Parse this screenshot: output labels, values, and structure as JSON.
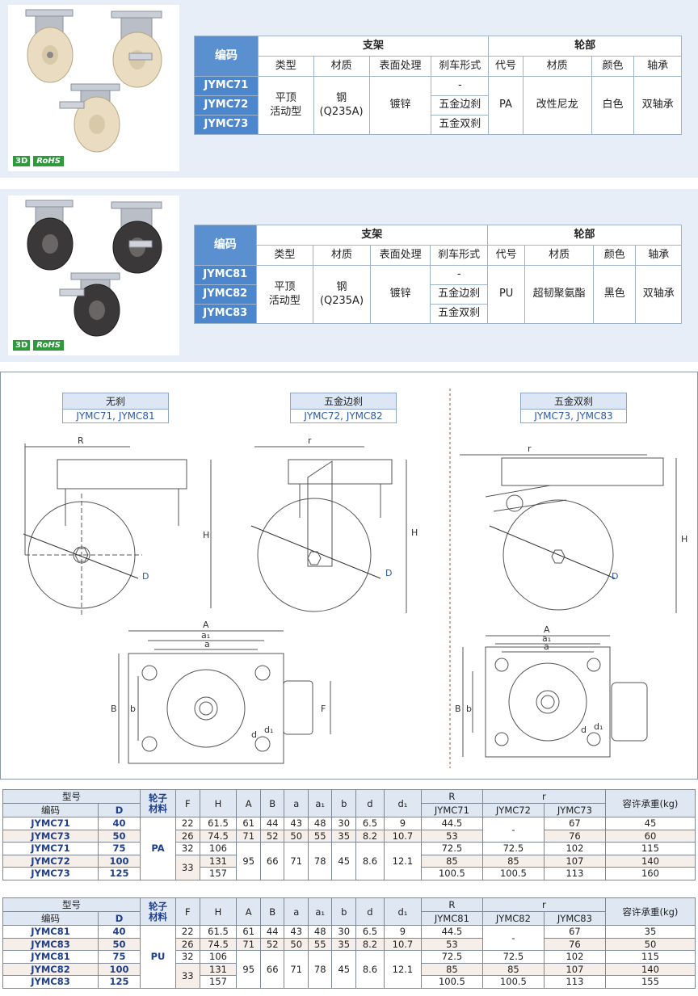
{
  "product1": {
    "badges": {
      "3d": "3D",
      "rohs": "RoHS"
    },
    "headers": {
      "code": "编码",
      "bracket": "支架",
      "wheel": "轮部"
    },
    "subheaders": [
      "类型",
      "材质",
      "表面处理",
      "刹车形式",
      "代号",
      "材质",
      "颜色",
      "轴承"
    ],
    "codes": [
      "JYMC71",
      "JYMC72",
      "JYMC73"
    ],
    "type": "平顶\n活动型",
    "material": "钢\n(Q235A)",
    "surface": "镀锌",
    "brakes": [
      "-",
      "五金边刹",
      "五金双刹"
    ],
    "wheel_code": "PA",
    "wheel_material": "改性尼龙",
    "color": "白色",
    "bearing": "双轴承"
  },
  "product2": {
    "badges": {
      "3d": "3D",
      "rohs": "RoHS"
    },
    "headers": {
      "code": "编码",
      "bracket": "支架",
      "wheel": "轮部"
    },
    "subheaders": [
      "类型",
      "材质",
      "表面处理",
      "刹车形式",
      "代号",
      "材质",
      "颜色",
      "轴承"
    ],
    "codes": [
      "JYMC81",
      "JYMC82",
      "JYMC83"
    ],
    "type": "平顶\n活动型",
    "material": "钢\n(Q235A)",
    "surface": "镀锌",
    "brakes": [
      "-",
      "五金边刹",
      "五金双刹"
    ],
    "wheel_code": "PU",
    "wheel_material": "超韧聚氨酯",
    "color": "黑色",
    "bearing": "双轴承"
  },
  "diagram": {
    "labels": [
      {
        "title": "无刹",
        "codes": "JYMC71, JYMC81"
      },
      {
        "title": "五金边刹",
        "codes": "JYMC72, JYMC82"
      },
      {
        "title": "五金双刹",
        "codes": "JYMC73, JYMC83"
      }
    ],
    "dims": {
      "R": "R",
      "r": "r",
      "H": "H",
      "D": "D",
      "A": "A",
      "a1": "a₁",
      "a": "a",
      "B": "B",
      "b": "b",
      "F": "F",
      "d": "d",
      "d1": "d₁"
    }
  },
  "table1": {
    "h_model": "型号",
    "h_code": "编码",
    "h_D": "D",
    "h_mat": "轮子\n材料",
    "cols": [
      "F",
      "H",
      "A",
      "B",
      "a",
      "a₁",
      "b",
      "d",
      "d₁"
    ],
    "h_R": "R",
    "h_r": "r",
    "h_load": "容许承重(kg)",
    "sub": [
      "JYMC71",
      "JYMC72",
      "JYMC73"
    ],
    "material": "PA",
    "rows": [
      {
        "codes": [
          "JYMC71",
          "JYMC73"
        ],
        "D": [
          "40",
          "50"
        ],
        "F": [
          "22",
          "26"
        ],
        "H": [
          "61.5",
          "74.5"
        ],
        "A": [
          "61",
          "71"
        ],
        "B": [
          "44",
          "52"
        ],
        "a": [
          "43",
          "50"
        ],
        "a1": [
          "48",
          "55"
        ],
        "b": [
          "30",
          "35"
        ],
        "d": [
          "6.5",
          "8.2"
        ],
        "d1": [
          "9",
          "10.7"
        ],
        "R": [
          "44.5",
          "53"
        ],
        "r72": "-",
        "r73": [
          "67",
          "76"
        ],
        "load": [
          "45",
          "60"
        ]
      },
      {
        "codes": [
          "JYMC71",
          "JYMC72",
          "JYMC73"
        ],
        "D": [
          "75",
          "100",
          "125"
        ],
        "F": [
          "32",
          "33"
        ],
        "H": [
          "106",
          "131",
          "157"
        ],
        "A": "95",
        "B": "66",
        "a": "71",
        "a1": "78",
        "b": "45",
        "d": "8.6",
        "d1": "12.1",
        "R": [
          "72.5",
          "85",
          "100.5"
        ],
        "r72": [
          "72.5",
          "85",
          "100.5"
        ],
        "r73": [
          "102",
          "107",
          "113"
        ],
        "load": [
          "115",
          "140",
          "160"
        ]
      }
    ]
  },
  "table2": {
    "h_model": "型号",
    "h_code": "编码",
    "h_D": "D",
    "h_mat": "轮子\n材料",
    "cols": [
      "F",
      "H",
      "A",
      "B",
      "a",
      "a₁",
      "b",
      "d",
      "d₁"
    ],
    "h_R": "R",
    "h_r": "r",
    "h_load": "容许承重(kg)",
    "sub": [
      "JYMC81",
      "JYMC82",
      "JYMC83"
    ],
    "material": "PU",
    "rows": [
      {
        "codes": [
          "JYMC81",
          "JYMC83"
        ],
        "D": [
          "40",
          "50"
        ],
        "F": [
          "22",
          "26"
        ],
        "H": [
          "61.5",
          "74.5"
        ],
        "A": [
          "61",
          "71"
        ],
        "B": [
          "44",
          "52"
        ],
        "a": [
          "43",
          "50"
        ],
        "a1": [
          "48",
          "55"
        ],
        "b": [
          "30",
          "35"
        ],
        "d": [
          "6.5",
          "8.2"
        ],
        "d1": [
          "9",
          "10.7"
        ],
        "R": [
          "44.5",
          "53"
        ],
        "r72": "-",
        "r73": [
          "67",
          "76"
        ],
        "load": [
          "35",
          "50"
        ]
      },
      {
        "codes": [
          "JYMC81",
          "JYMC82",
          "JYMC83"
        ],
        "D": [
          "75",
          "100",
          "125"
        ],
        "F": [
          "32",
          "33"
        ],
        "H": [
          "106",
          "131",
          "157"
        ],
        "A": "95",
        "B": "66",
        "a": "71",
        "a1": "78",
        "b": "45",
        "d": "8.6",
        "d1": "12.1",
        "R": [
          "72.5",
          "85",
          "100.5"
        ],
        "r72": [
          "72.5",
          "85",
          "100.5"
        ],
        "r73": [
          "102",
          "107",
          "113"
        ],
        "load": [
          "115",
          "140",
          "155"
        ]
      }
    ]
  }
}
